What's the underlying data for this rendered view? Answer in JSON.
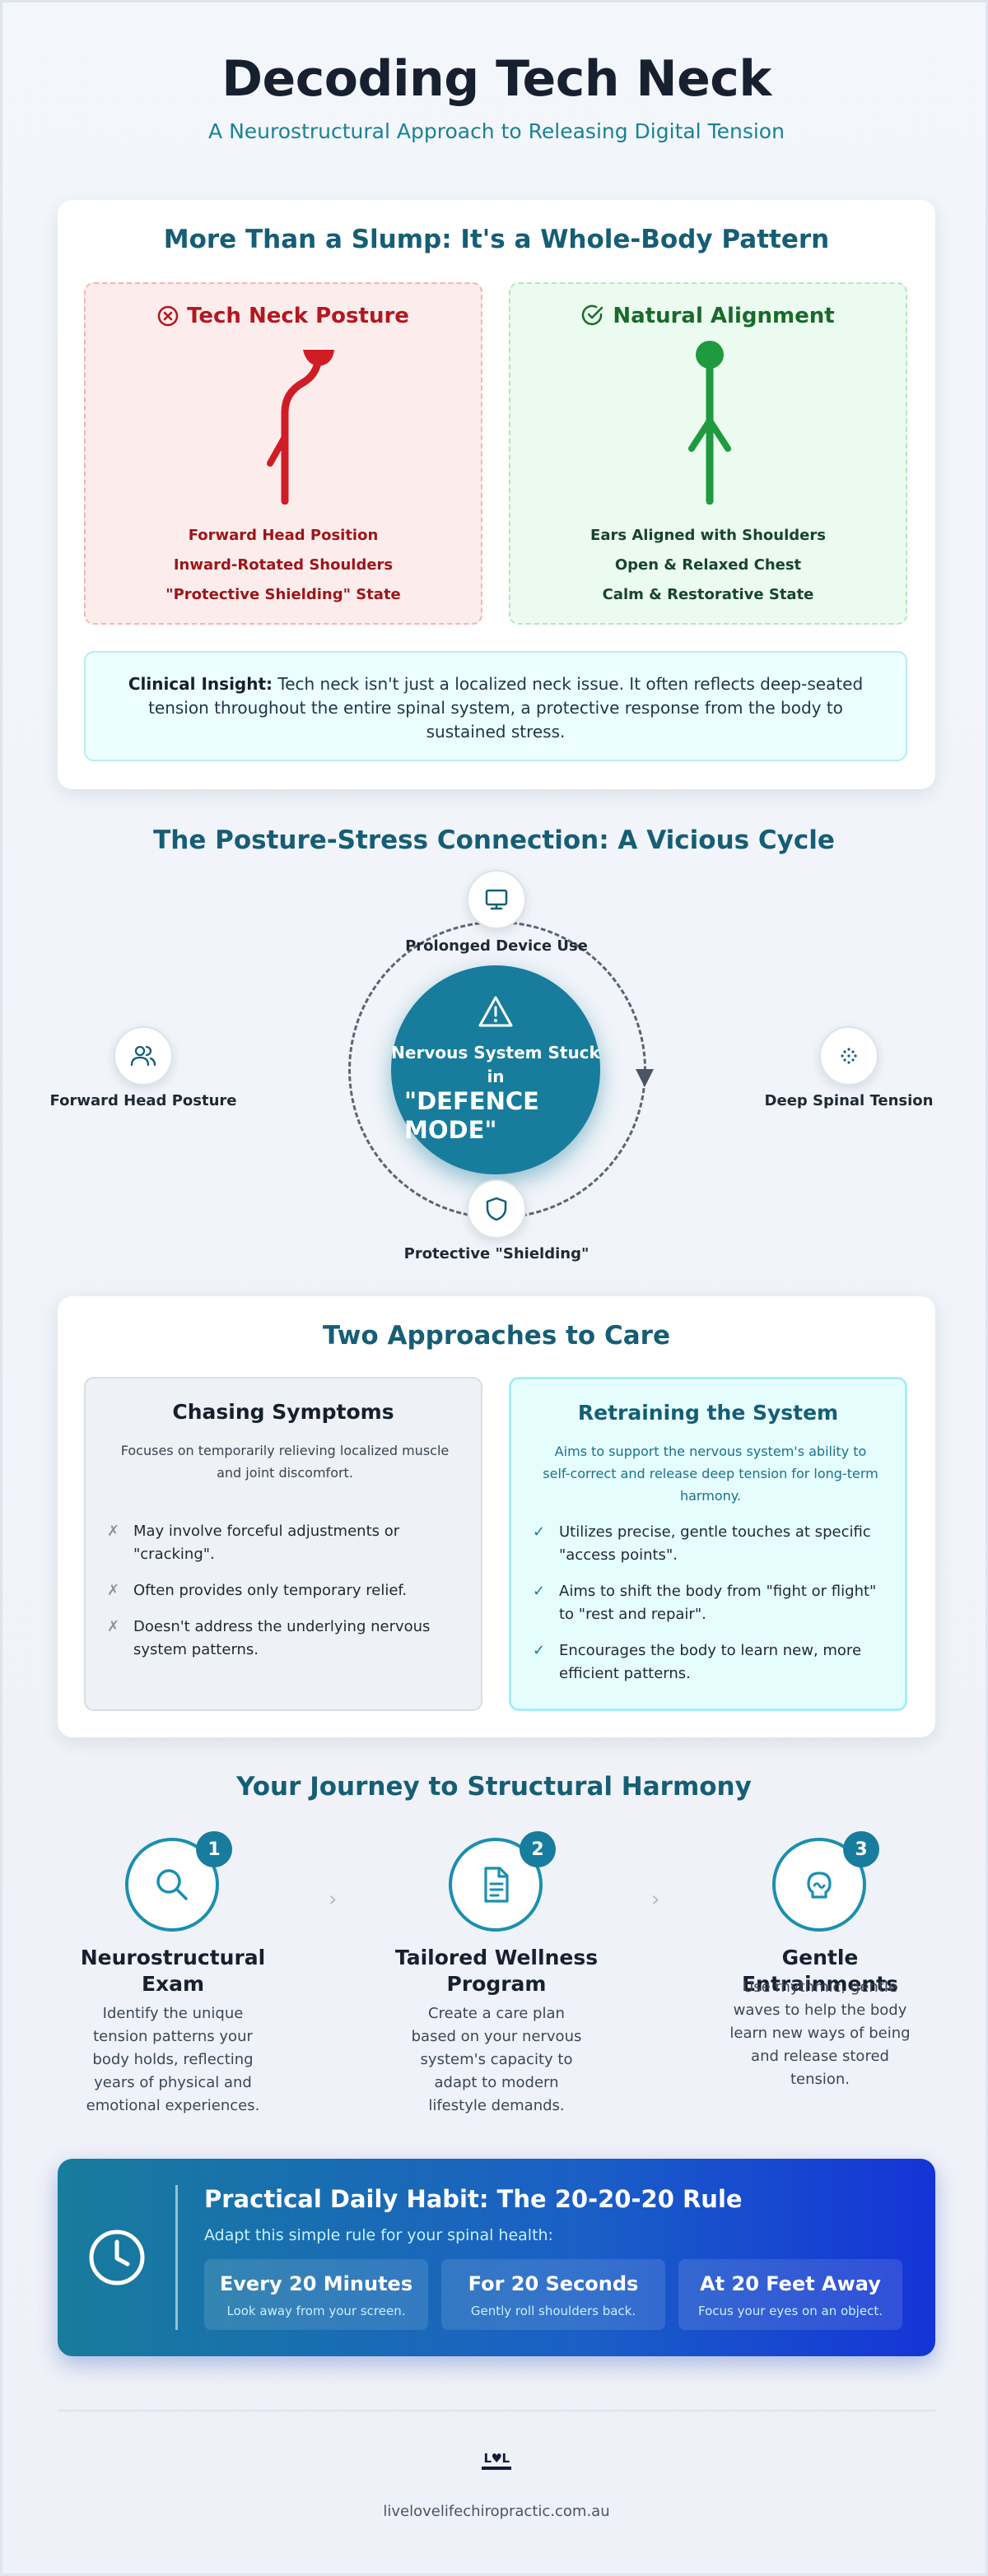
{
  "header": {
    "title": "Decoding Tech Neck",
    "subtitle": "A Neurostructural Approach to Releasing Digital Tension"
  },
  "pattern": {
    "title": "More Than a Slump: It's a Whole-Body Pattern",
    "bad": {
      "heading": "Tech Neck Posture",
      "icon": "x-circle-icon",
      "color": "#b4171e",
      "items": [
        "Forward Head Position",
        "Inward-Rotated Shoulders",
        "\"Protective Shielding\" State"
      ]
    },
    "good": {
      "heading": "Natural Alignment",
      "icon": "check-circle-icon",
      "color": "#186b2a",
      "items": [
        "Ears Aligned with Shoulders",
        "Open & Relaxed Chest",
        "Calm & Restorative State"
      ]
    },
    "insight": {
      "label": "Clinical Insight:",
      "text": "Tech neck isn't just a localized neck issue. It often reflects deep-seated tension throughout the entire spinal system, a protective response from the body to sustained stress."
    }
  },
  "cycle": {
    "title": "The Posture-Stress Connection: A Vicious Cycle",
    "core_line1": "Nervous System Stuck in",
    "core_line2": "\"DEFENCE MODE\"",
    "core_icon": "warning-triangle-icon",
    "nodes": [
      {
        "label": "Prolonged Device Use",
        "icon": "monitor-icon"
      },
      {
        "label": "Deep Spinal Tension",
        "icon": "dotted-tension-icon"
      },
      {
        "label": "Protective \"Shielding\"",
        "icon": "shield-icon"
      },
      {
        "label": "Forward Head Posture",
        "icon": "users-icon"
      }
    ]
  },
  "approaches": {
    "title": "Two Approaches to Care",
    "old": {
      "heading": "Chasing Symptoms",
      "description": "Focuses on temporarily relieving localized muscle and joint discomfort.",
      "mark": "✗",
      "items": [
        "May involve forceful adjustments or \"cracking\".",
        "Often provides only temporary relief.",
        "Doesn't address the underlying nervous system patterns."
      ]
    },
    "new": {
      "heading": "Retraining the System",
      "description": "Aims to support the nervous system's ability to self-correct and release deep tension for long-term harmony.",
      "mark": "✓",
      "items": [
        "Utilizes precise, gentle touches at specific \"access points\".",
        "Aims to shift the body from \"fight or flight\" to \"rest and repair\".",
        "Encourages the body to learn new, more efficient patterns."
      ]
    }
  },
  "journey": {
    "title": "Your Journey to Structural Harmony",
    "separator": "›",
    "steps": [
      {
        "number": "1",
        "icon": "search-icon",
        "title": "Neurostructural Exam",
        "description": "Identify the unique tension patterns your body holds, reflecting years of physical and emotional experiences."
      },
      {
        "number": "2",
        "icon": "document-icon",
        "title": "Tailored Wellness Program",
        "description": "Create a care plan based on your nervous system's capacity to adapt to modern lifestyle demands."
      },
      {
        "number": "3",
        "icon": "brain-head-icon",
        "title": "Gentle Entrainments",
        "description": "Use rhythmic, gentle waves to help the body learn new ways of being and release stored tension."
      }
    ]
  },
  "habit": {
    "title": "Practical Daily Habit: The 20-20-20 Rule",
    "subtitle": "Adapt this simple rule for your spinal health:",
    "icon": "clock-icon",
    "rules": [
      {
        "head": "Every 20 Minutes",
        "sub": "Look away from your screen."
      },
      {
        "head": "For 20 Seconds",
        "sub": "Gently roll shoulders back."
      },
      {
        "head": "At 20 Feet Away",
        "sub": "Focus your eyes on an object."
      }
    ]
  },
  "footer": {
    "logo_text": "L♥L",
    "url": "livelovelifechiropractic.com.au"
  }
}
